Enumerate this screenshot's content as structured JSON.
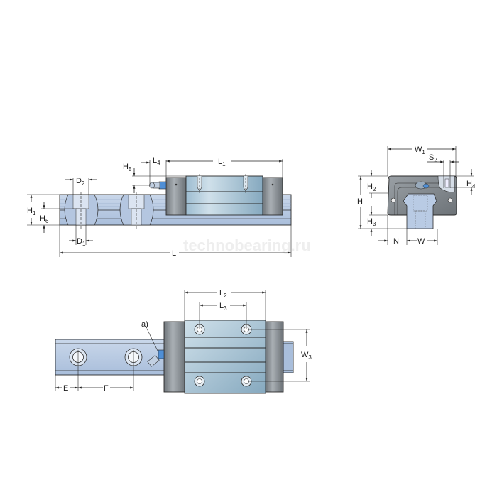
{
  "watermark": "technobearing.ru",
  "colors": {
    "rail": "#b9cbe4",
    "rail_dark": "#9db3d2",
    "carriage": "#a9c7da",
    "carriage_dark": "#7fa4bb",
    "end_cap": "#8d9398",
    "end_cap_dark": "#5f666b",
    "line": "#222222"
  },
  "side_view": {
    "labels": {
      "H1": {
        "main": "H",
        "sub": "1"
      },
      "H6": {
        "main": "H",
        "sub": "6"
      },
      "D2": {
        "main": "D",
        "sub": "2"
      },
      "D1": {
        "main": "D",
        "sub": "1"
      },
      "H5": {
        "main": "H",
        "sub": "5"
      },
      "L4": {
        "main": "L",
        "sub": "4"
      },
      "L1": {
        "main": "L",
        "sub": "1"
      },
      "L": {
        "main": "L",
        "sub": ""
      }
    }
  },
  "end_view": {
    "labels": {
      "W1": {
        "main": "W",
        "sub": "1"
      },
      "S2": {
        "main": "S",
        "sub": "2"
      },
      "H2": {
        "main": "H",
        "sub": "2"
      },
      "H": {
        "main": "H",
        "sub": ""
      },
      "H4": {
        "main": "H",
        "sub": "4"
      },
      "H3": {
        "main": "H",
        "sub": "3"
      },
      "N": {
        "main": "N",
        "sub": ""
      },
      "W": {
        "main": "W",
        "sub": ""
      }
    }
  },
  "top_view": {
    "labels": {
      "L2": {
        "main": "L",
        "sub": "2"
      },
      "L3": {
        "main": "L",
        "sub": "3"
      },
      "W3": {
        "main": "W",
        "sub": "3"
      },
      "E": {
        "main": "E",
        "sub": ""
      },
      "F": {
        "main": "F",
        "sub": ""
      },
      "note_a": "a)"
    }
  }
}
